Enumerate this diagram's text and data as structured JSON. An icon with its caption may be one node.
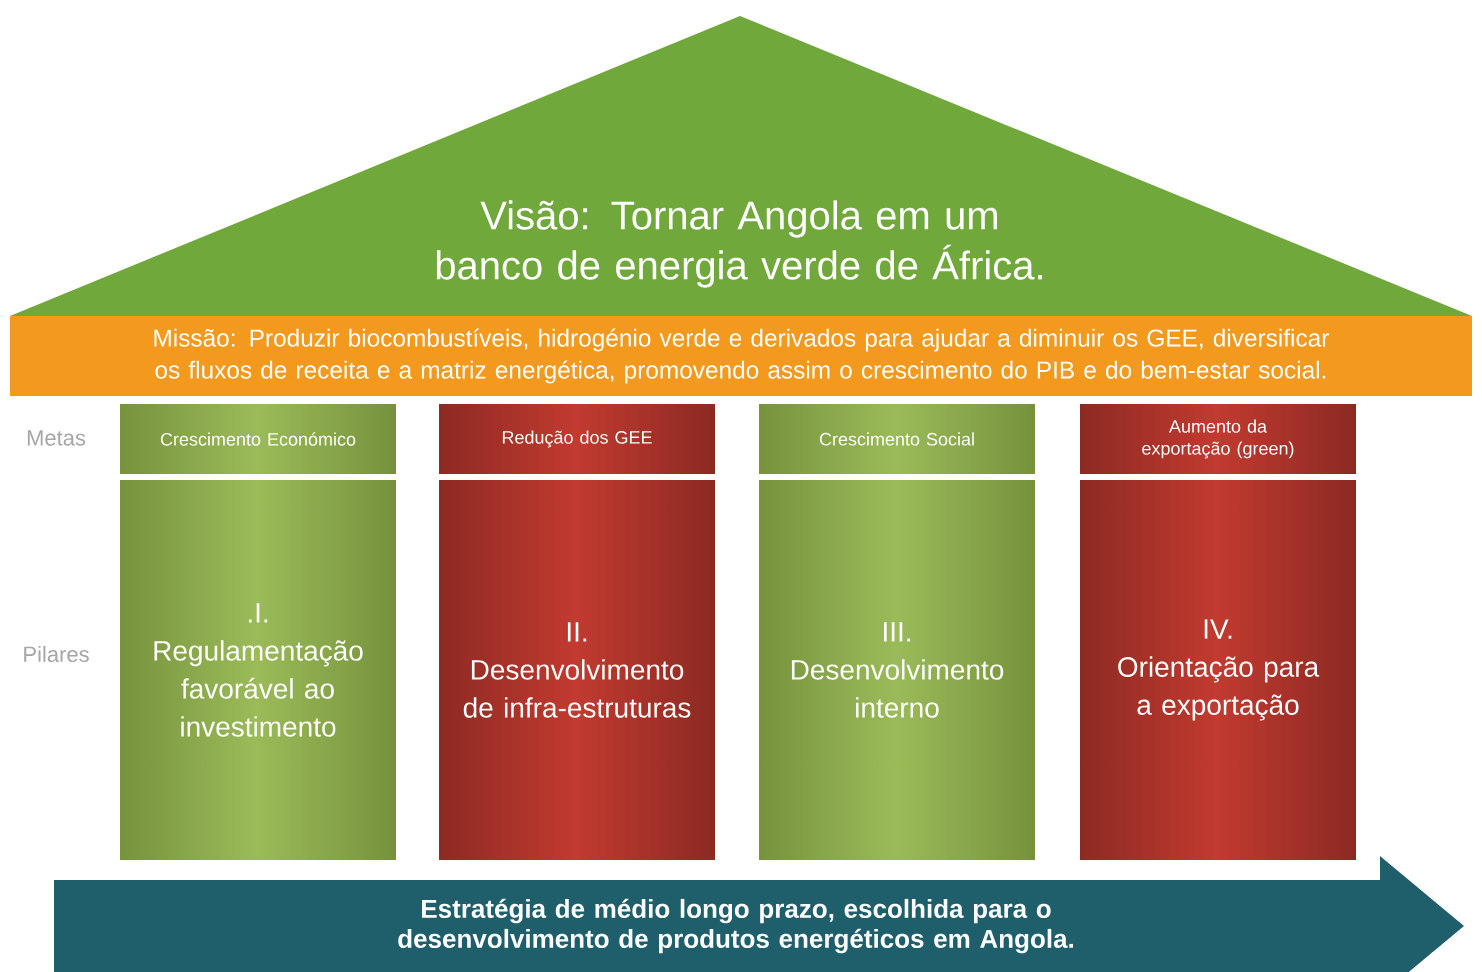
{
  "diagram": {
    "nodes": [
      {
        "text": [
          "Visão: Tornar Angola em um banco de energia verde de África."
        ]
      },
      {
        "text": [
          "Missão: Produzir biocombustíveis, hidrogénio verde e derivados para ajudar a diminuir os GEE, diversificar os fluxos de receita e a matriz energética, promovendo assim o crescimento do PIB e do bem-estar social."
        ]
      },
      {
        "text": [
          "Crescimento Económico"
        ]
      },
      {
        "text": [
          "Redução dos GEE"
        ]
      },
      {
        "text": [
          "Crescimento Social"
        ]
      },
      {
        "text": [
          "Aumento da exportação (green)"
        ]
      },
      {
        "text": [
          ".I.",
          "Regulamentação favorável ao investimento"
        ]
      },
      {
        "text": [
          "II.",
          "Desenvolvimento de infra-estruturas"
        ]
      },
      {
        "text": [
          "III.",
          "Desenvolvimento interno"
        ]
      },
      {
        "text": [
          "IV.",
          "Orientação para a exportação"
        ]
      },
      {
        "text": [
          "Estratégia de médio longo prazo, escolhida para o desenvolvimento de produtos energéticos em Angola."
        ]
      }
    ],
    "edges": [],
    "labels": [
      "Metas",
      "Pilares"
    ]
  }
}
